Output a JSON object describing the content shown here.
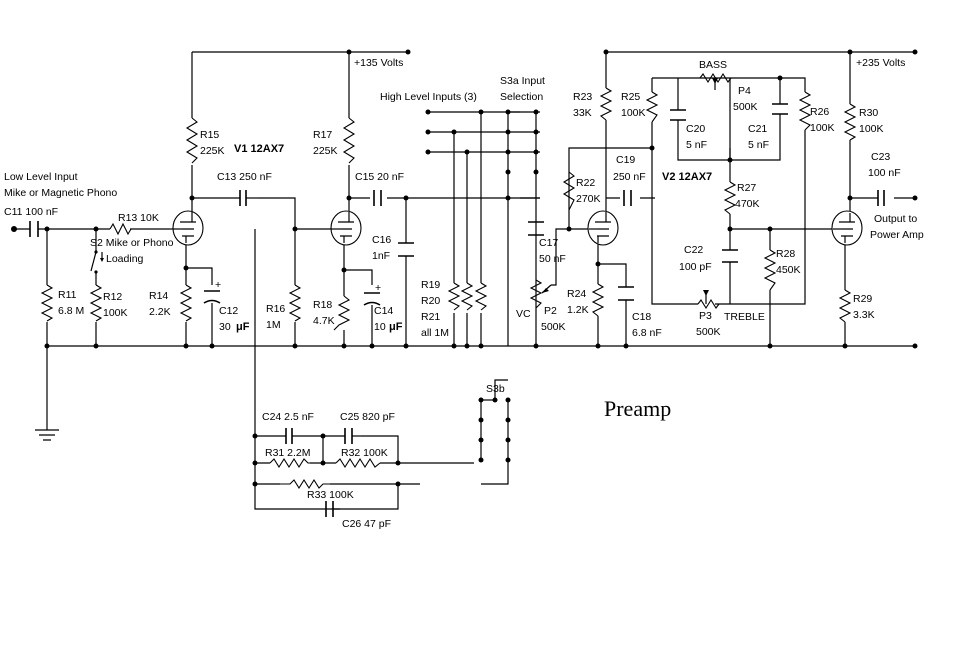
{
  "title": "Preamp",
  "supply": {
    "v135": "+135 Volts",
    "v235": "+235 Volts"
  },
  "tubes": {
    "v1": "V1 12AX7",
    "v2": "V2 12AX7"
  },
  "inputs": {
    "low_level_1": "Low Level Input",
    "low_level_2": "Mike or Magnetic Phono",
    "high_level": "High Level Inputs (3)",
    "s3a_1": "S3a Input",
    "s3a_2": "Selection",
    "s3b": "S3b"
  },
  "switch": {
    "s2_1": "S2 Mike or Phono",
    "s2_2": "Loading"
  },
  "output": {
    "l1": "Output to",
    "l2": "Power Amp"
  },
  "components": {
    "c11": "C11 100 nF",
    "r13": "R13 10K",
    "r11": "R11",
    "r11v": "6.8 M",
    "r12": "R12",
    "r12v": "100K",
    "r14": "R14",
    "r14v": "2.2K",
    "c12": "C12",
    "c12v": "30",
    "r15": "R15",
    "r15v": "225K",
    "c13": "C13 250 nF",
    "r16": "R16",
    "r16v": "1M",
    "r17": "R17",
    "r17v": "225K",
    "c15": "C15 20 nF",
    "c16": "C16",
    "c16v": "1nF",
    "r18": "R18",
    "r18v": "4.7K",
    "c14": "C14",
    "c14v": "10",
    "r19": "R19",
    "r20": "R20",
    "r21": "R21",
    "r21v": "all 1M",
    "c17": "C17",
    "c17v": "50 nF",
    "vc": "VC",
    "p2": "P2",
    "p2v": "500K",
    "r22": "R22",
    "r22v": "270K",
    "r23": "R23",
    "r23v": "33K",
    "r24": "R24",
    "r24v": "1.2K",
    "c18": "C18",
    "c18v": "6.8 nF",
    "c19": "C19",
    "c19v": "250 nF",
    "r25": "R25",
    "r25v": "100K",
    "bass": "BASS",
    "c20": "C20",
    "c20v": "5 nF",
    "p4": "P4",
    "p4v": "500K",
    "c21": "C21",
    "c21v": "5 nF",
    "r26": "R26",
    "r26v": "100K",
    "r27": "R27",
    "r27v": "470K",
    "c22": "C22",
    "c22v": "100 pF",
    "r28": "R28",
    "r28v": "450K",
    "p3": "P3",
    "p3v": "500K",
    "treble": "TREBLE",
    "r30": "R30",
    "r30v": "100K",
    "c23": "C23",
    "c23v": "100 nF",
    "r29": "R29",
    "r29v": "3.3K",
    "c24": "C24 2.5 nF",
    "c25": "C25 820 pF",
    "r31": "R31 2.2M",
    "r32": "R32 100K",
    "r33": "R33 100K",
    "c26": "C26 47 pF",
    "mu_f": "μF"
  }
}
